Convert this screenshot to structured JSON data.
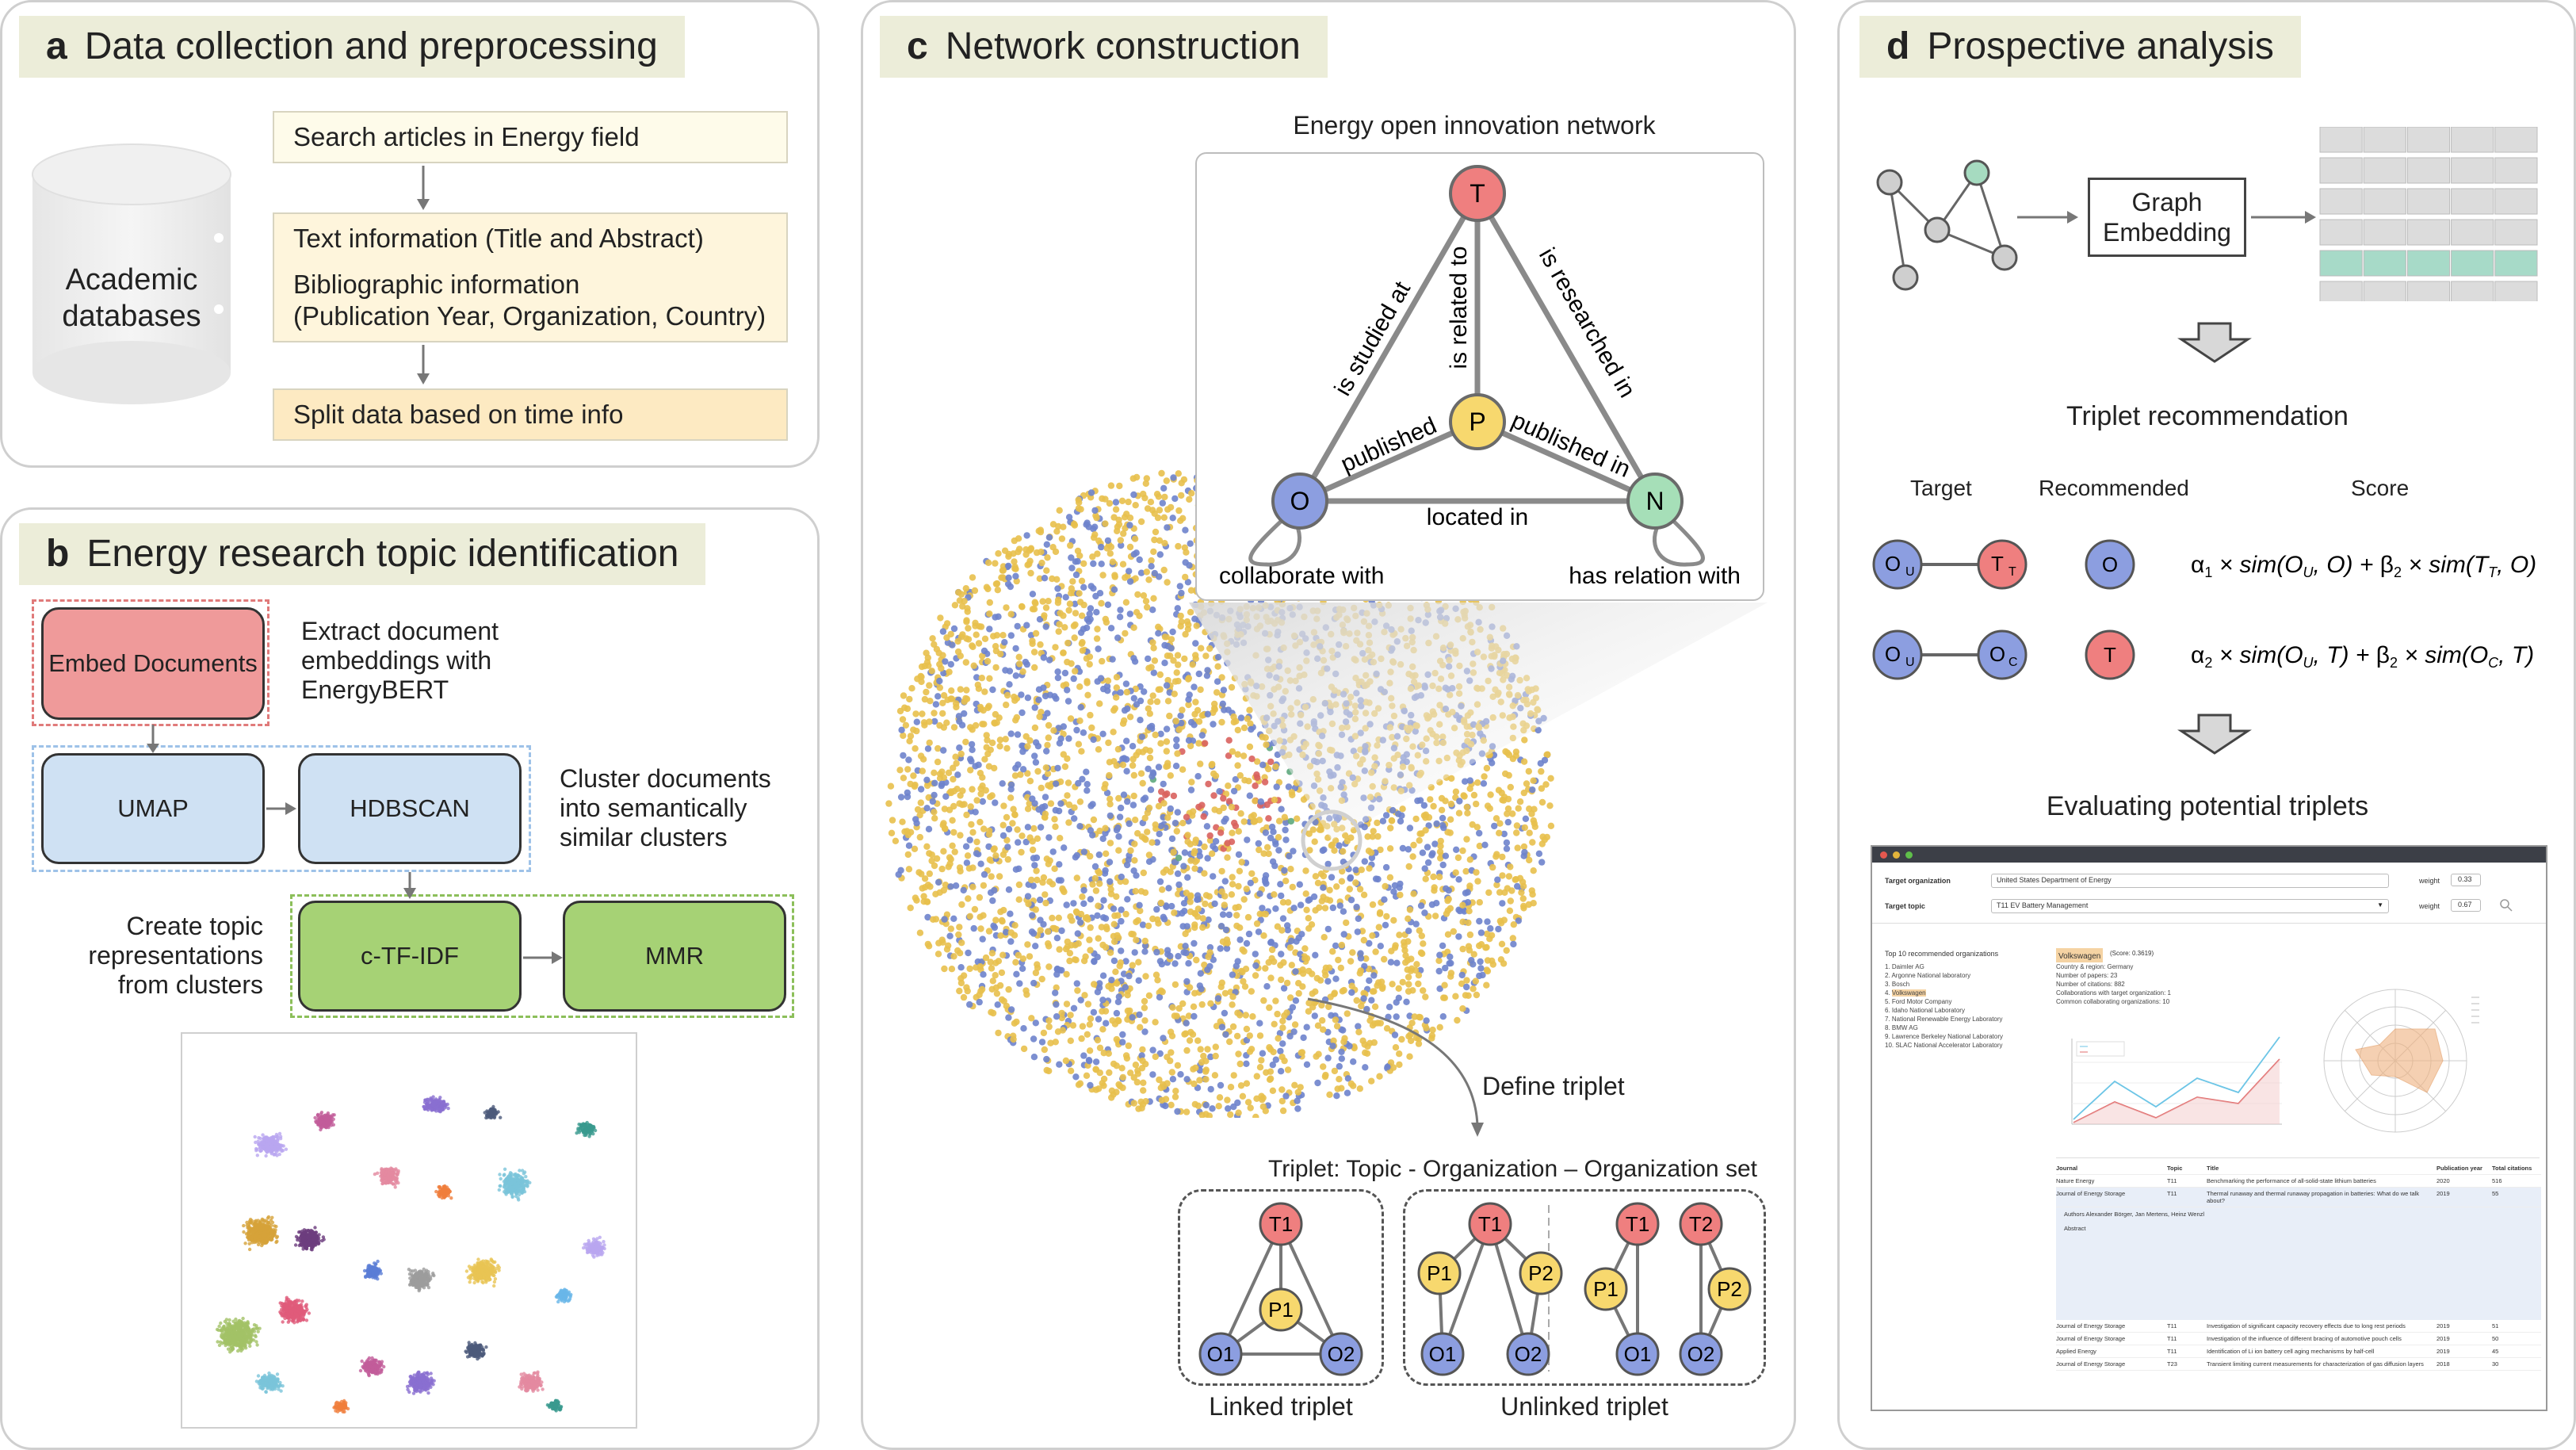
{
  "panel_a": {
    "letter": "a",
    "title": "Data collection and preprocessing",
    "db_label": [
      "Academic",
      "databases"
    ],
    "step1": "Search articles in Energy field",
    "step2_line1": "Text information (Title and Abstract)",
    "step2_line2": "Bibliographic information",
    "step2_line3": "(Publication Year, Organization, Country)",
    "step3": "Split data based on time info"
  },
  "panel_b": {
    "letter": "b",
    "title": "Energy research topic identification",
    "embed": "Embed Documents",
    "embed_note": [
      "Extract document",
      "embeddings with",
      "EnergyBERT"
    ],
    "umap": "UMAP",
    "hdbscan": "HDBSCAN",
    "cluster_note": [
      "Cluster documents",
      "into semantically",
      "similar clusters"
    ],
    "ctfidf": "c-TF-IDF",
    "mmr": "MMR",
    "topic_note": [
      "Create topic",
      "representations",
      "from clusters"
    ]
  },
  "panel_c": {
    "letter": "c",
    "title": "Network construction",
    "network_title": "Energy open innovation network",
    "nodes": {
      "t": "T",
      "p": "P",
      "o": "O",
      "n": "N"
    },
    "edges": {
      "studied_at": "is studied at",
      "related_to": "is related to",
      "researched_in": "is researched in",
      "published_o": "published",
      "published_n": "published in",
      "located_in": "located in",
      "collaborate": "collaborate with",
      "relation": "has relation with"
    },
    "define_triplet": "Define triplet",
    "triplet_title": "Triplet: Topic - Organization – Organization set",
    "linked_label": "Linked triplet",
    "unlinked_label": "Unlinked triplet",
    "tnodes": {
      "t1": "T1",
      "t2": "T2",
      "p1": "P1",
      "p2": "P2",
      "o1": "O1",
      "o2": "O2"
    }
  },
  "panel_d": {
    "letter": "d",
    "title": "Prospective analysis",
    "graph_embedding": [
      "Graph",
      "Embedding"
    ],
    "triplet_rec": "Triplet recommendation",
    "col_target": "Target",
    "col_recommended": "Recommended",
    "col_score": "Score",
    "row1": {
      "a": "O",
      "a_sub": "U",
      "b": "T",
      "b_sub": "T",
      "rec": "O",
      "coef1": "α",
      "coef1_sub": "1",
      "coef2": "β",
      "coef2_sub": "2"
    },
    "row2": {
      "a": "O",
      "a_sub": "U",
      "b": "O",
      "b_sub": "C",
      "rec": "T",
      "coef1": "α",
      "coef1_sub": "2",
      "coef2": "β",
      "coef2_sub": "2"
    },
    "eval_title": "Evaluating potential triplets",
    "ui": {
      "target_org_label": "Target organization",
      "target_org_value": "United States Department of Energy",
      "target_topic_label": "Target topic",
      "target_topic_value": "T11 EV Battery Management",
      "weight_label": "weight",
      "weight1": "0.33",
      "weight2": "0.67",
      "top10_title": "Top 10 recommended organizations",
      "orgs": [
        "Daimler AG",
        "Argonne National laboratory",
        "Bosch",
        "Volkswagen",
        "Ford Motor Company",
        "Idaho National Laboratory",
        "National Renewable Energy Laboratory",
        "BMW AG",
        "Lawrence Berkeley National Laboratory",
        "SLAC National Accelerator Laboratory"
      ],
      "selected_org": "Volkswagen",
      "selected_score": "(Score: 0.3619)",
      "details": [
        "Country & region: Germany",
        "Number of papers: 23",
        "Number of citations: 882",
        "Collaborations with target organization: 1",
        "Common collaborating organizations: 10"
      ],
      "table_headers": [
        "Journal",
        "Topic",
        "Title",
        "Publication year",
        "Total citations"
      ],
      "rows": [
        [
          "Nature Energy",
          "T11",
          "Benchmarking the performance of all-solid-state lithium batteries",
          "2020",
          "516"
        ],
        [
          "Journal of Energy Storage",
          "T11",
          "Thermal runaway and thermal runaway propagation in batteries: What do we talk about?",
          "2019",
          "55"
        ],
        [
          "Journal of Energy Storage",
          "T11",
          "Investigation of significant capacity recovery effects due to long rest periods",
          "2019",
          "51"
        ],
        [
          "Journal of Energy Storage",
          "T11",
          "Investigation of the influence of different bracing of automotive pouch cells",
          "2019",
          "50"
        ],
        [
          "Applied Energy",
          "T11",
          "Identification of Li ion battery cell aging mechanisms by half-cell",
          "2019",
          "45"
        ],
        [
          "Journal of Energy Storage",
          "T23",
          "Transient limiting current measurements for characterization of gas diffusion layers",
          "2018",
          "30"
        ]
      ],
      "authors_label": "Authors",
      "authors_value": "Alexander Börger, Jan Mertens, Heinz Wenzl",
      "abstract_label": "Abstract"
    }
  },
  "colors": {
    "T": "#ef7f7f",
    "P": "#f7d86e",
    "O": "#8c9ee0",
    "N": "#a6dfb8",
    "embed": "#ef9a9a",
    "umap": "#cfe1f3",
    "ctfidf": "#a6d275",
    "dot_yellow": "#e8c04d",
    "dot_blue": "#6e83cc",
    "dot_red": "#d9625e",
    "dot_green": "#5ea87d"
  }
}
